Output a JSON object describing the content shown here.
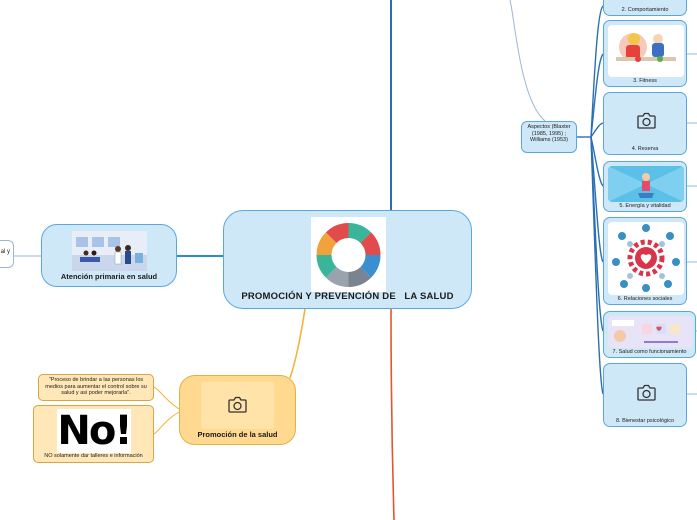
{
  "central": {
    "title": "PROMOCIÓN Y PREVENCIÓN DE   LA SALUD"
  },
  "attention": {
    "title": "Atención primaria en salud"
  },
  "cut_left": {
    "text": "al y"
  },
  "promotion": {
    "title": "Promoción de la salud",
    "quote": "\"Proceso de brindar a las personas los medios para aumentar el control sobre su salud y asi poder mejorarla\".",
    "no_image_text": "No!",
    "no_caption": "NO solamente dar talleres e información"
  },
  "aspects": {
    "label": "Aspectos (Blaxter (1985, 1995) ; Williams (1953)",
    "items": [
      {
        "label": "2. Comportamiento",
        "icon": "image"
      },
      {
        "label": "3. Fitness",
        "icon": "image"
      },
      {
        "label": "4. Reserva",
        "icon": "camera-icon"
      },
      {
        "label": "5. Energía y vitalidad",
        "icon": "image"
      },
      {
        "label": "6. Relaciones sociales",
        "icon": "image"
      },
      {
        "label": "7. Salud como funcionamiento",
        "icon": "image"
      },
      {
        "label": "8. Bienestar psicológico",
        "icon": "camera-icon"
      }
    ]
  },
  "colors": {
    "blue_node": "#cfe8f8",
    "blue_border": "#5aa7e0",
    "blue_line": "#2a6fb4",
    "orange_node": "#ffd98f",
    "orange_line": "#f3b23a",
    "red_line": "#e2562b"
  }
}
